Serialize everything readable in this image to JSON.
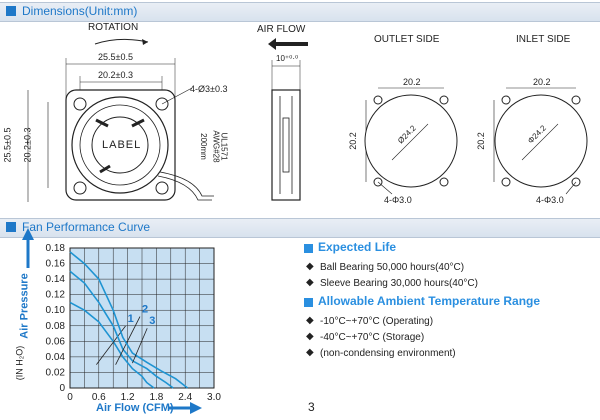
{
  "dimensions": {
    "header": "Dimensions(Unit:mm)",
    "rotation": "ROTATION",
    "air_flow": "AIR FLOW",
    "outlet_side": "OUTLET SIDE",
    "inlet_side": "INLET SIDE",
    "front": {
      "dim_25_5_top": "25.5±0.5",
      "dim_20_2_top": "20.2±0.3",
      "dim_25_5_left": "25.5±0.5",
      "dim_20_2_left": "20.2±0.3",
      "holes": "4-Ø3±0.3",
      "label": "LABEL",
      "wire1": "UL1571",
      "wire2": "AWG#28",
      "wire3": "200mm"
    },
    "side": {
      "thickness": "10⁺⁰·⁰"
    },
    "outlet": {
      "dim_top": "20.2",
      "dim_left": "20.2",
      "dia": "Ø24.2",
      "holes": "4-Φ3.0"
    },
    "inlet": {
      "dim_top": "20.2",
      "dim_left": "20.2",
      "dia": "Φ24.2",
      "holes": "4-Φ3.0"
    }
  },
  "fan_curve": {
    "header": "Fan Performance Curve",
    "y_axis_title": "Air Pressure",
    "y_unit": "(IN H₂O)",
    "x_axis_title": "Air Flow (CFM)",
    "curve_labels": [
      "1",
      "2",
      "3"
    ]
  },
  "chart_data": {
    "type": "line",
    "title": "",
    "xlabel": "Air Flow (CFM)",
    "ylabel": "Air Pressure (IN H2O)",
    "xlim": [
      0,
      3.0
    ],
    "ylim": [
      0,
      0.18
    ],
    "x_ticks": [
      "0",
      "0.6",
      "1.2",
      "1.8",
      "2.4",
      "3.0"
    ],
    "y_ticks": [
      "0",
      "0.02",
      "0.04",
      "0.06",
      "0.08",
      "0.10",
      "0.12",
      "0.14",
      "0.16",
      "0.18"
    ],
    "grid": true,
    "series": [
      {
        "name": "1",
        "x": [
          0,
          0.3,
          0.6,
          0.9,
          1.1,
          1.3,
          1.5,
          1.6,
          1.75
        ],
        "y": [
          0.11,
          0.1,
          0.085,
          0.06,
          0.04,
          0.025,
          0.015,
          0.007,
          0
        ]
      },
      {
        "name": "2",
        "x": [
          0,
          0.3,
          0.6,
          0.9,
          1.1,
          1.3,
          1.6,
          1.8,
          2.0,
          2.15
        ],
        "y": [
          0.15,
          0.135,
          0.11,
          0.08,
          0.05,
          0.035,
          0.025,
          0.015,
          0.007,
          0
        ]
      },
      {
        "name": "3",
        "x": [
          0,
          0.3,
          0.6,
          0.9,
          1.1,
          1.3,
          1.6,
          1.9,
          2.2,
          2.45
        ],
        "y": [
          0.175,
          0.16,
          0.14,
          0.1,
          0.065,
          0.045,
          0.033,
          0.022,
          0.012,
          0
        ]
      }
    ]
  },
  "expected_life": {
    "title": "Expected Life",
    "items": [
      "Ball Bearing 50,000 hours(40°C)",
      "Sleeve Bearing 30,000 hours(40°C)"
    ]
  },
  "temperature": {
    "title": "Allowable Ambient Temperature Range",
    "items": [
      "-10°C~+70°C (Operating)",
      "-40°C~+70°C (Storage)",
      "(non-condensing environment)"
    ]
  },
  "page_number": "3",
  "colors": {
    "accent": "#1e78c8",
    "chart_bg": "#c7dff2",
    "curve": "#1f94d2"
  }
}
